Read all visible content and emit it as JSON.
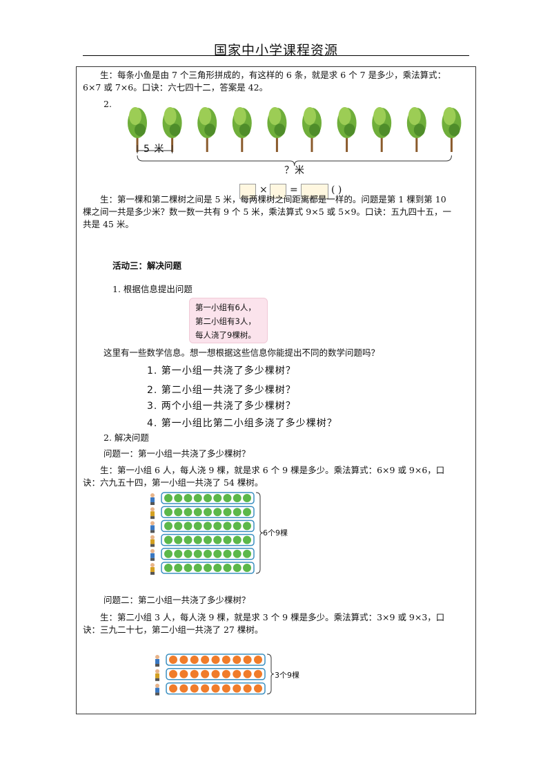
{
  "header": {
    "title": "国家中小学课程资源"
  },
  "fish": {
    "text": "生：每条小鱼是由 7 个三角形拼成的，有这样的 6 条，就是求 6 个 7 是多少，乘法算式：6×7 或 7×6。口诀：六七四十二，答案是 42。"
  },
  "trees": {
    "number": "2.",
    "count": 10,
    "gap_label": "5 米",
    "total_label": "？米",
    "multiply_sign": "×",
    "equal_sign": "=",
    "unit_paren": "(      )",
    "answer": "生：第一棵和第二棵树之间是 5 米，每两棵树之间距离都是一样的。问题是第 1 棵到第 10 棵之间一共是多少米？数一数一共有 9 个 5 米，乘法算式 9×5 或 5×9。口诀：五九四十五，一共是 45 米。"
  },
  "activity3": {
    "heading": "活动三：解决问题",
    "step1": "1. 根据信息提出问题",
    "card_lines": [
      "第一小组有6人，",
      "第二小组有3人，",
      "每人浇了9棵树。"
    ],
    "prompt": "这里有一些数学信息。想一想根据这些信息你能提出不同的数学问题吗？",
    "questions": [
      "1. 第一小组一共浇了多少棵树？",
      "2. 第二小组一共浇了多少棵树？",
      "3. 两个小组一共浇了多少棵树？",
      "4. 第一小组比第二小组多浇了多少棵树？"
    ],
    "step2": "2. 解决问题",
    "q1_title": "问题一：第一小组一共浇了多少棵树？",
    "q1_answer": "生：第一小组 6 人，每人浇 9 棵，就是求 6 个 9 棵是多少。乘法算式：6×9 或 9×6，口诀：六九五十四，第一小组一共浇了 54 棵树。",
    "group1": {
      "rows": 6,
      "per_row": 9,
      "label": "6个9棵",
      "color": "#5cb84a"
    },
    "q2_title": "问题二：第二小组一共浇了多少棵树？",
    "q2_answer": "生：第二小组 3 人，每人浇 9 棵，就是求 3 个 9 棵是多少。乘法算式：3×9 或 9×3，口诀：三九二十七，第二小组一共浇了 27 棵树。",
    "group2": {
      "rows": 3,
      "per_row": 9,
      "label": "3个9棵",
      "color": "#f07c2a"
    }
  }
}
